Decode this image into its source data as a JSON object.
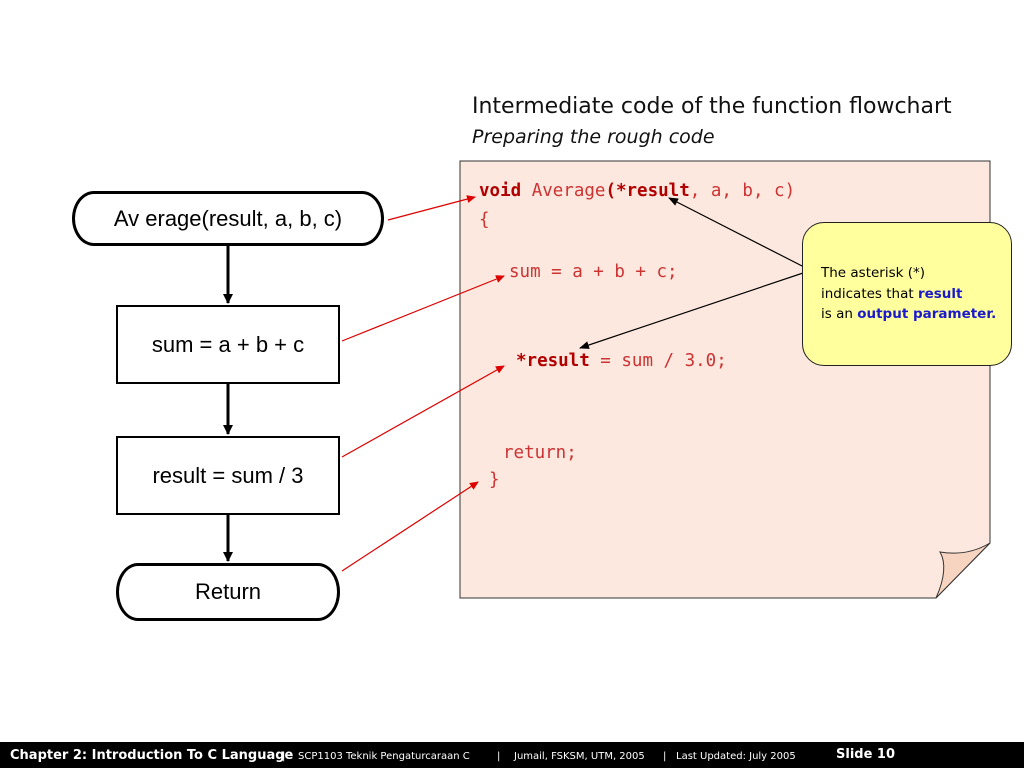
{
  "heading": {
    "title": "Intermediate code of the function flowchart",
    "subtitle": "Preparing the rough code"
  },
  "flowchart": {
    "start": "Av erage(result, a,  b, c)",
    "step1": "sum = a + b + c",
    "step2": "result  = sum / 3",
    "end": "Return"
  },
  "code": {
    "line1_kw": "void",
    "line1_name": " Average",
    "line1_param": "(*result",
    "line1_rest": ", a, b, c)",
    "line2": "{",
    "line3": "sum = a + b + c;",
    "line4_var": "*result",
    "line4_rest": " = sum / 3.0;",
    "line5": "return;",
    "line6": "}"
  },
  "callout": {
    "line1": "The asterisk (*)",
    "line2_pre": "indicates that ",
    "line2_hl": "result",
    "line3_pre": "is an ",
    "line3_hl": "output parameter",
    "line3_post": "."
  },
  "footer": {
    "chapter": "Chapter 2: Introduction To C Language",
    "sep1": "|",
    "course": "SCP1103   Teknik Pengaturcaraan C",
    "sep2": "|",
    "author": "Jumail, FSKSM, UTM, 2005",
    "sep3": "|",
    "updated": "Last Updated: July 2005",
    "slide": "Slide 10"
  },
  "colors": {
    "code": "#cc3333",
    "keyword": "#b20000",
    "note_bg": "#fce8de",
    "callout_bg": "#ffff9e",
    "highlight": "#1a1acc",
    "connector": "#dd0000",
    "footer_bg": "#000000"
  }
}
